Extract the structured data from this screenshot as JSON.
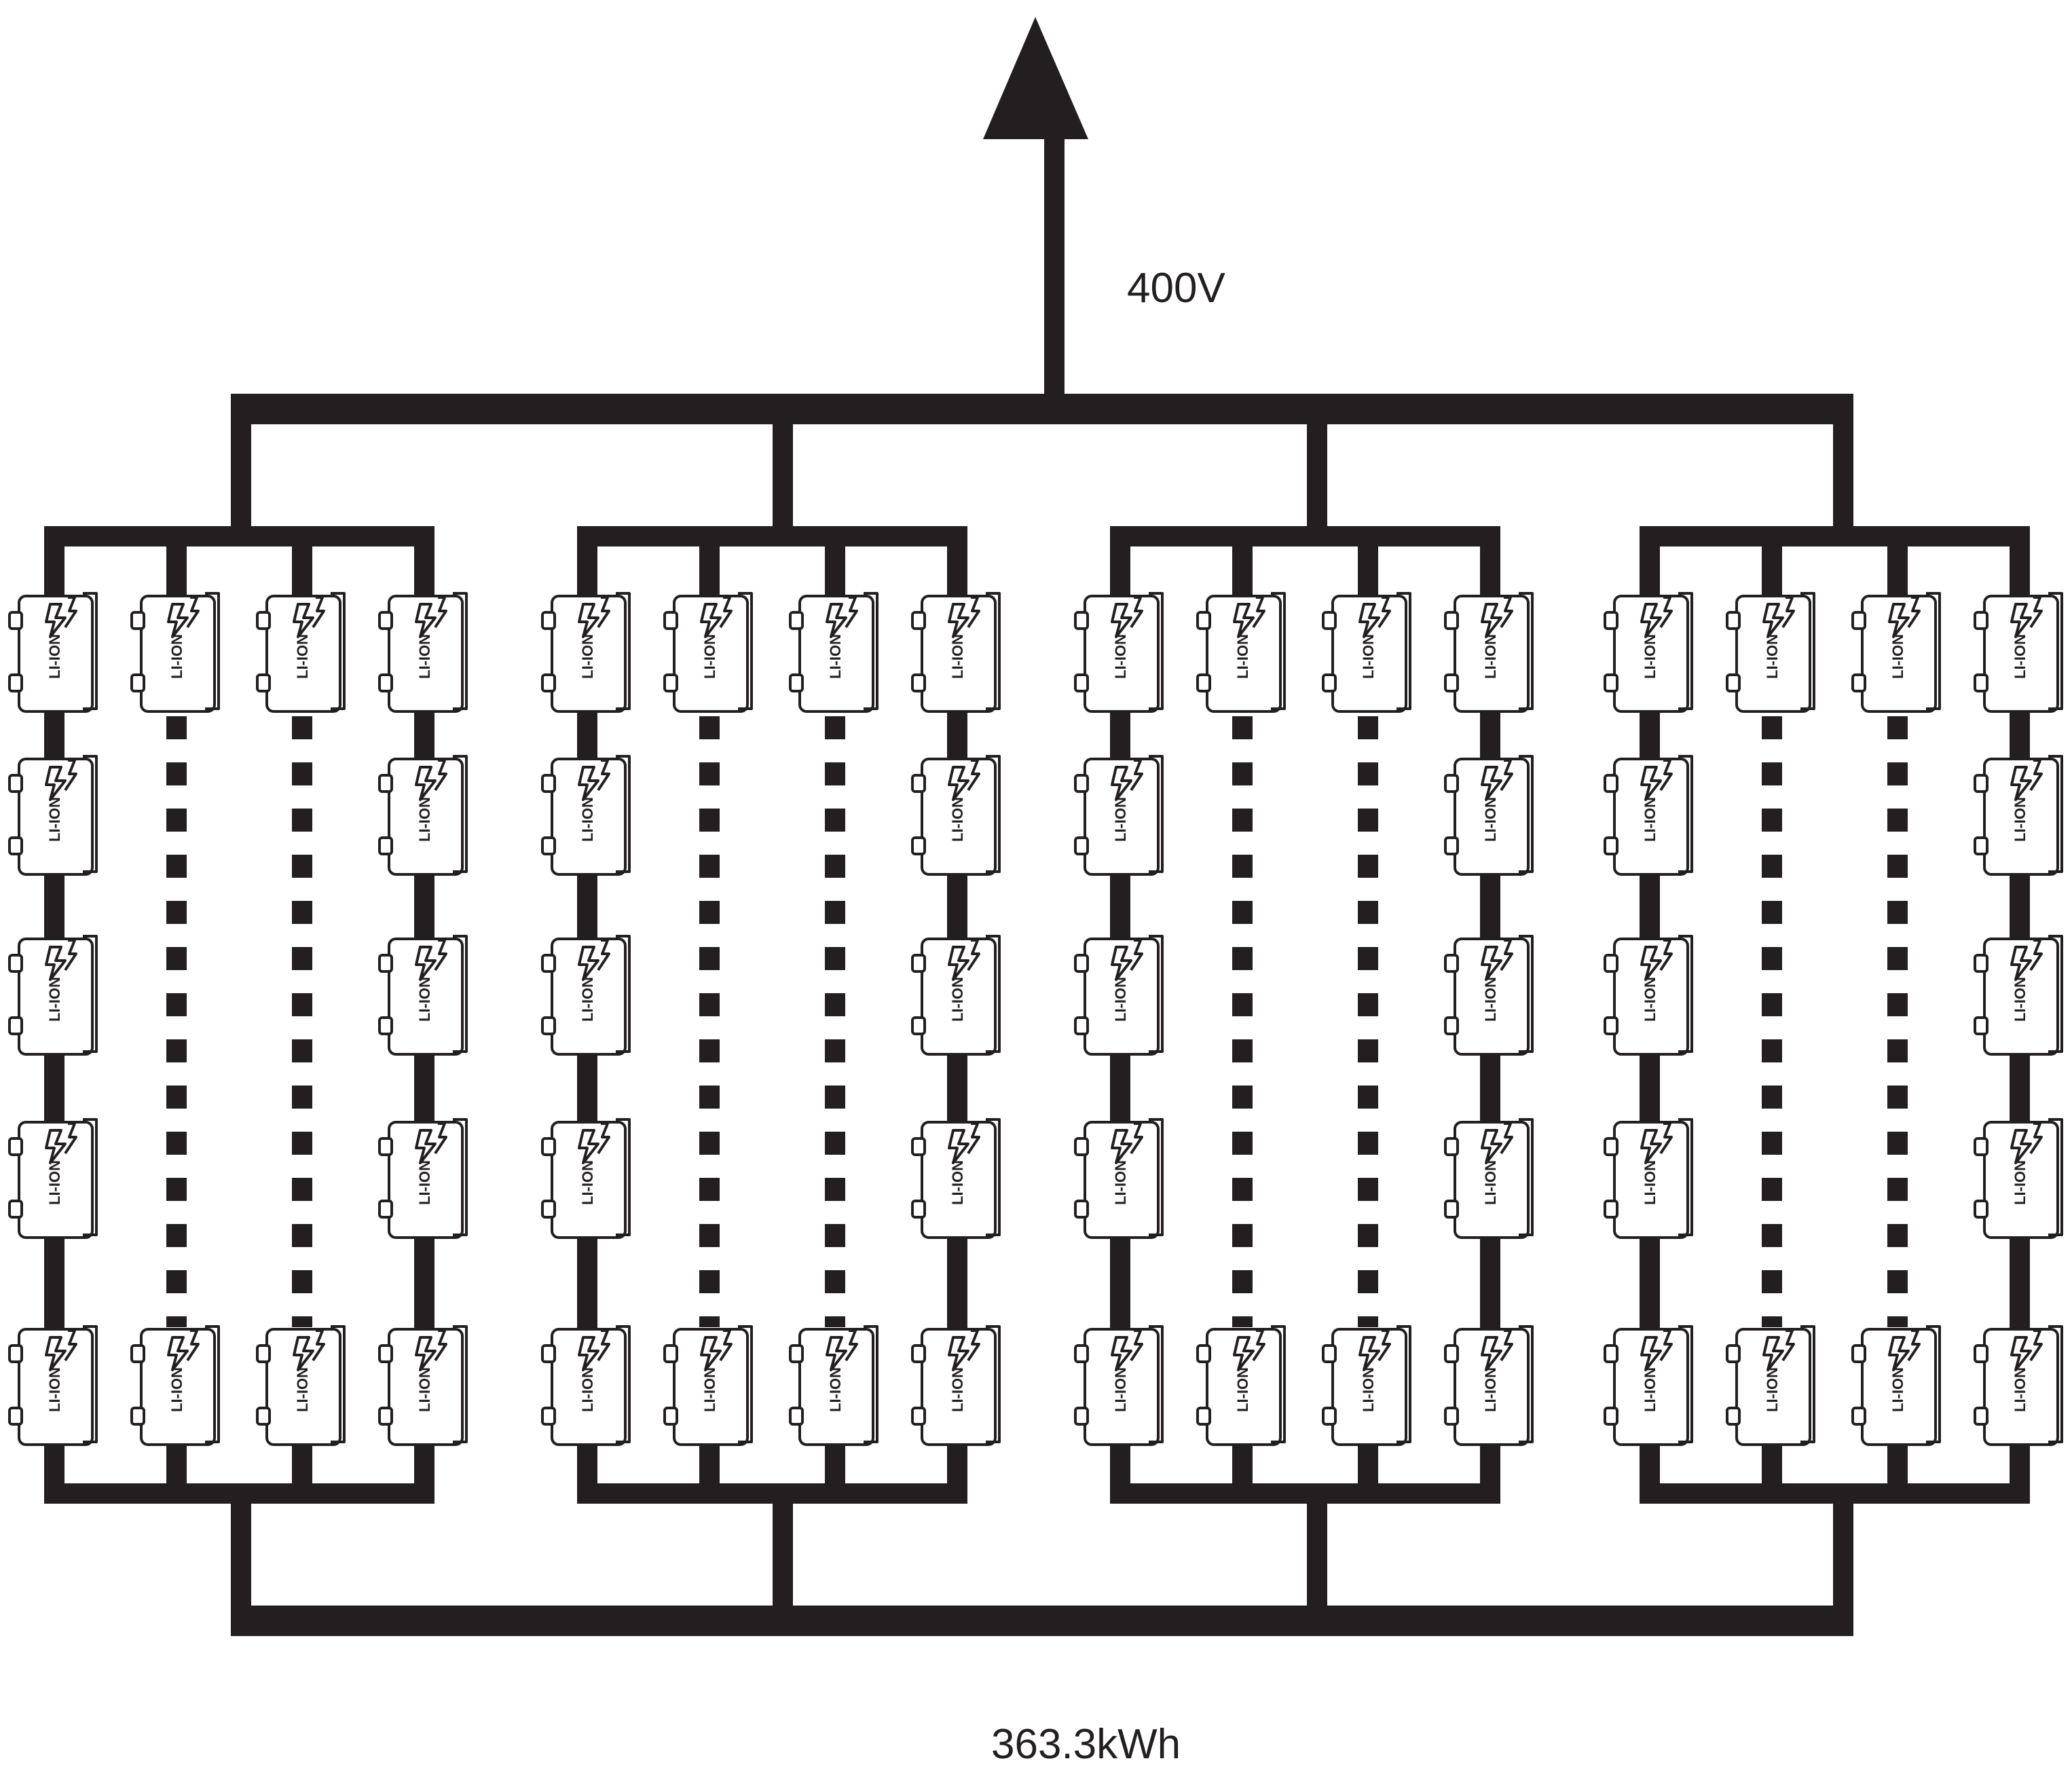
{
  "labels": {
    "voltage": "400V",
    "capacity": "363.3kWh"
  },
  "cell": {
    "label": "LI-ION",
    "icon": "lightning-bolt-icon"
  },
  "layout": {
    "group_count": 4,
    "strings_per_group": 4,
    "cells_per_outer_string": 5,
    "visible_cells_per_inner_string": 2
  },
  "colors": {
    "wire": "#231f20",
    "background": "#ffffff"
  }
}
